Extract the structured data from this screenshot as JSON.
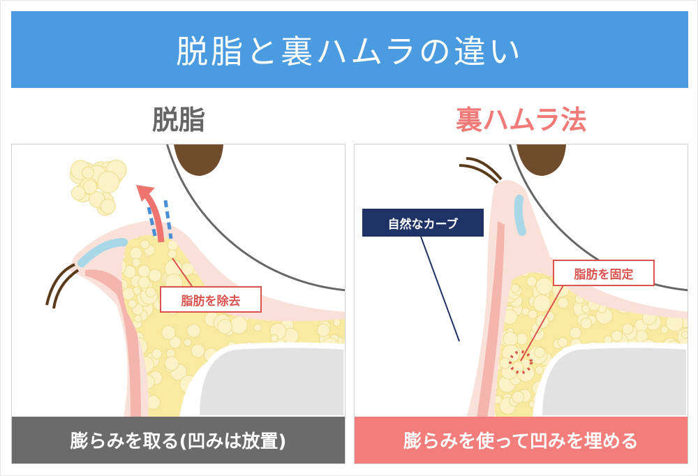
{
  "title": "脱脂と裏ハムラの違い",
  "left": {
    "heading": "脱脂",
    "label": "脂肪を除去",
    "caption": "膨らみを取る(凹みは放置)"
  },
  "right": {
    "heading": "裏ハムラ法",
    "label_natural": "自然なカーブ",
    "label_fix": "脂肪を固定",
    "caption": "膨らみを使って凹みを埋める"
  },
  "colors": {
    "title_bar": "#4a9be0",
    "left_accent": "#6b6b6b",
    "right_accent": "#f27d7a",
    "fat": "#f8eaa0",
    "skin": "#f9e0d8",
    "navy": "#1f3266"
  }
}
